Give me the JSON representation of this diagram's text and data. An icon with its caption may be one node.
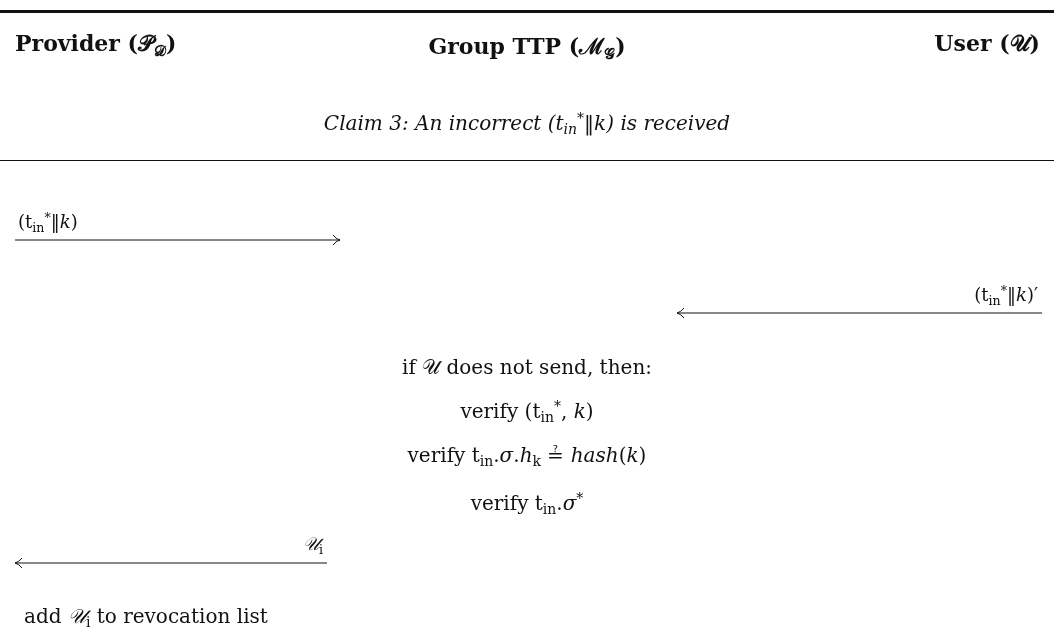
{
  "diagram": {
    "labels": [
      "Provider (𝒫$_{𝒟}$)",
      "Group TTP (ℳ$_{𝒢}$)",
      "User (𝒰)",
      "Claim 3: An incorrect (t$_{in}$$^{*}$‖*k*) is received",
      "(t$_{in}$$^{*}$‖*k*)",
      "(t$_{in}$$^{*}$‖*k*)′",
      "if 𝒰 does not send, then:",
      "verify (t$_{in}$$^{*}$, *k*)",
      "verify t$_{in}$.*σ*.*h*$_{k}$ ≟ *hash*(*k*)",
      "verify t$_{in}$.*σ*$^{*}$",
      "*𝒰*$_{i}$",
      "add *𝒰*$_{i}$ to revocation list"
    ]
  }
}
